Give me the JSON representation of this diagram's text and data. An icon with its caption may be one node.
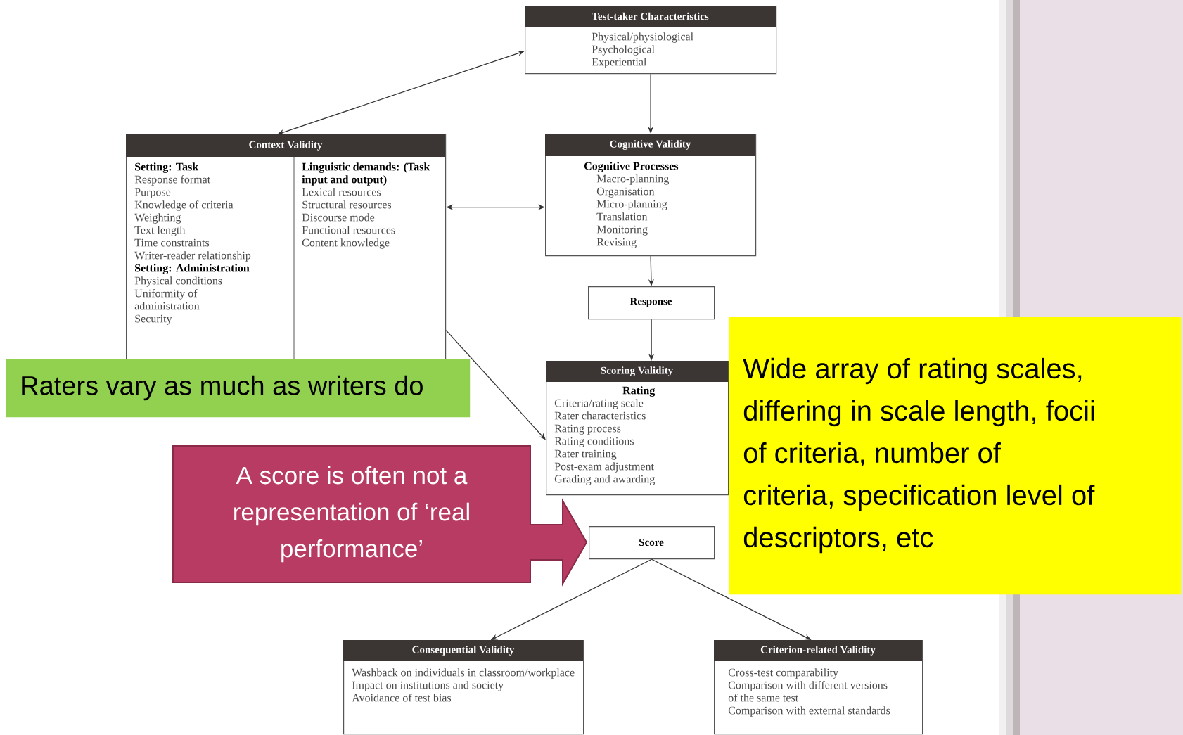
{
  "diagram": {
    "nodes": [
      {
        "text": [
          "Test-taker Characteristics",
          "Physical/physiological",
          "Psychological",
          "Experiential"
        ]
      },
      {
        "text": [
          "Context Validity",
          "Setting: Task",
          "Response format",
          "Purpose",
          "Knowledge of criteria",
          "Weighting",
          "Text length",
          "Time constraints",
          "Writer-reader relationship",
          "Setting: Administration",
          "Physical conditions",
          "Uniformity of administration",
          "Security",
          "Linguistic demands: (Task input and output)",
          "Lexical resources",
          "Structural resources",
          "Discourse mode",
          "Functional resources",
          "Content knowledge"
        ]
      },
      {
        "text": [
          "Cognitive Validity",
          "Cognitive Processes",
          "Macro-planning",
          "Organisation",
          "Micro-planning",
          "Translation",
          "Monitoring",
          "Revising"
        ]
      },
      {
        "text": [
          "Response"
        ]
      },
      {
        "text": [
          "Scoring Validity",
          "Rating",
          "Criteria/rating scale",
          "Rater characteristics",
          "Rating process",
          "Rating conditions",
          "Rater training",
          "Post-exam adjustment",
          "Grading and awarding"
        ]
      },
      {
        "text": [
          "Score"
        ]
      },
      {
        "text": [
          "Consequential Validity",
          "Washback on individuals in classroom/workplace",
          "Impact on institutions and society",
          "Avoidance of test bias"
        ]
      },
      {
        "text": [
          "Criterion-related Validity",
          "Cross-test comparability",
          "Comparison with different versions of the same test",
          "Comparison with external standards"
        ]
      },
      {
        "text": [
          "Raters vary as much as writers do"
        ]
      },
      {
        "text": [
          "A score is often not a representation of ‘real performance’"
        ]
      },
      {
        "text": [
          "Wide array of rating scales, differing in scale length, focii of criteria, number of criteria, specification level of descriptors, etc"
        ]
      }
    ],
    "edges": [
      {
        "from": 1,
        "to": 0,
        "arrow": "both"
      },
      {
        "from": 0,
        "to": 2,
        "arrow": "to"
      },
      {
        "from": 1,
        "to": 2,
        "arrow": "both"
      },
      {
        "from": 2,
        "to": 3,
        "arrow": "to"
      },
      {
        "from": 3,
        "to": 4,
        "arrow": "to"
      },
      {
        "from": 1,
        "to": 4,
        "arrow": "to"
      },
      {
        "from": 5,
        "to": 6,
        "arrow": "to"
      },
      {
        "from": 5,
        "to": 7,
        "arrow": "to"
      }
    ]
  }
}
